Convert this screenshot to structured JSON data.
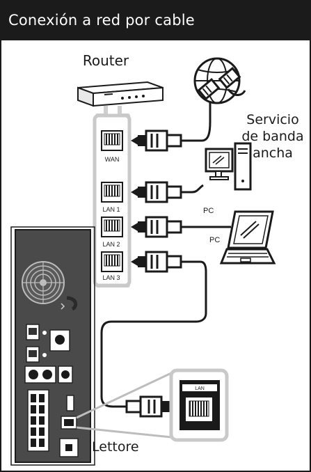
{
  "title": "Conexión a red por cable",
  "labels": {
    "router": "Router",
    "service_line1": "Servicio",
    "service_line2": "de banda",
    "service_line3": "ancha",
    "pc_desktop": "PC",
    "pc_laptop": "PC",
    "player": "Lettore"
  },
  "ports": {
    "wan": "WAN",
    "lan1": "LAN 1",
    "lan2": "LAN 2",
    "lan3": "LAN 3",
    "player_lan": "LAN"
  },
  "colors": {
    "header_bg": "#1b1b1b",
    "router_panel": "#cfcfcf",
    "player_body": "#4a4a4a",
    "line": "#1a1a1a"
  }
}
